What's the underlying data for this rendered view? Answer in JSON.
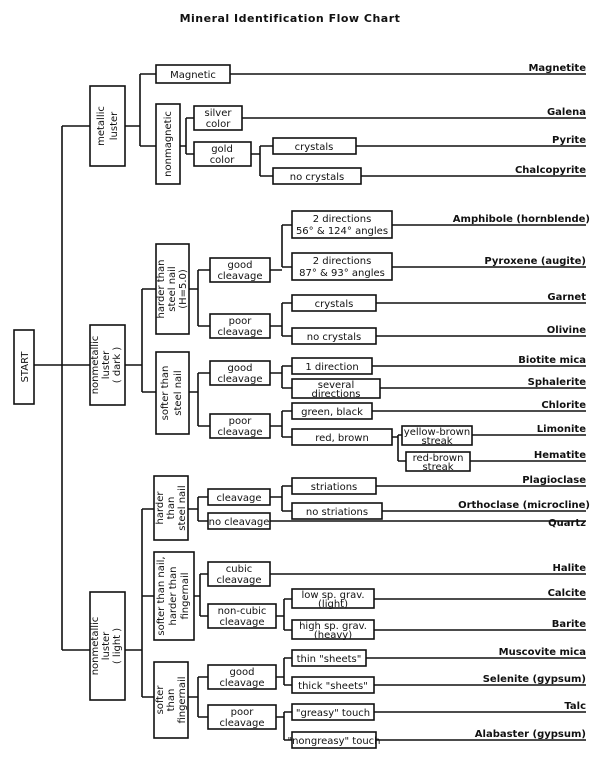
{
  "title": "Mineral Identification Flow Chart",
  "start": "START",
  "nodes": {
    "metallic": [
      "metallic",
      "luster"
    ],
    "magnetic": "Magnetic",
    "nonmagnetic": "nonmagnetic",
    "silver": [
      "silver",
      "color"
    ],
    "gold": [
      "gold",
      "color"
    ],
    "gold_crystals": "crystals",
    "gold_no_crystals": "no crystals",
    "dark": [
      "nonmetallic",
      "luster",
      "( dark )"
    ],
    "dark_harder": [
      "harder than",
      "steel nail",
      "(H=5.0)"
    ],
    "dark_harder_good": [
      "good",
      "cleavage"
    ],
    "dark_harder_poor": [
      "poor",
      "cleavage"
    ],
    "two_dir_56": [
      "2 directions",
      "56° & 124° angles"
    ],
    "two_dir_87": [
      "2 directions",
      "87° & 93° angles"
    ],
    "dark_crystals": "crystals",
    "dark_no_crystals": "no crystals",
    "dark_softer": [
      "softer than",
      "steel nail"
    ],
    "dark_softer_good": [
      "good",
      "cleavage"
    ],
    "dark_softer_poor": [
      "poor",
      "cleavage"
    ],
    "one_direction": "1 direction",
    "several_directions": [
      "several",
      "directions"
    ],
    "green_black": "green, black",
    "red_brown": "red, brown",
    "yellow_brown_streak": [
      "yellow-brown",
      "streak"
    ],
    "red_brown_streak": [
      "red-brown",
      "streak"
    ],
    "light": [
      "nonmetallic",
      "luster",
      "( light )"
    ],
    "light_harder": [
      "harder",
      "than",
      "steel nail"
    ],
    "light_cleavage": "cleavage",
    "light_no_cleavage": "no cleavage",
    "striations": "striations",
    "no_striations": "no striations",
    "light_mid": [
      "softer than nail,",
      "harder than",
      "fingernail"
    ],
    "cubic": [
      "cubic",
      "cleavage"
    ],
    "noncubic": [
      "non-cubic",
      "cleavage"
    ],
    "low_grav": [
      "low sp. grav.",
      "(light)"
    ],
    "high_grav": [
      "high sp. grav.",
      "(heavy)"
    ],
    "light_softer": [
      "softer",
      "than",
      "fingernail"
    ],
    "light_softer_good": [
      "good",
      "cleavage"
    ],
    "light_softer_poor": [
      "poor",
      "cleavage"
    ],
    "thin_sheets": "thin \"sheets\"",
    "thick_sheets": "thick \"sheets\"",
    "greasy": "\"greasy\" touch",
    "nongreasy": "\"nongreasy\" touch"
  },
  "minerals": {
    "magnetite": "Magnetite",
    "galena": "Galena",
    "pyrite": "Pyrite",
    "chalcopyrite": "Chalcopyrite",
    "amphibole": "Amphibole (hornblende)",
    "pyroxene": "Pyroxene (augite)",
    "garnet": "Garnet",
    "olivine": "Olivine",
    "biotite": "Biotite mica",
    "sphalerite": "Sphalerite",
    "chlorite": "Chlorite",
    "limonite": "Limonite",
    "hematite": "Hematite",
    "plagioclase": "Plagioclase",
    "orthoclase": "Orthoclase (microcline)",
    "quartz": "Quartz",
    "halite": "Halite",
    "calcite": "Calcite",
    "barite": "Barite",
    "muscovite": "Muscovite mica",
    "selenite": "Selenite (gypsum)",
    "talc": "Talc",
    "alabaster": "Alabaster (gypsum)"
  }
}
